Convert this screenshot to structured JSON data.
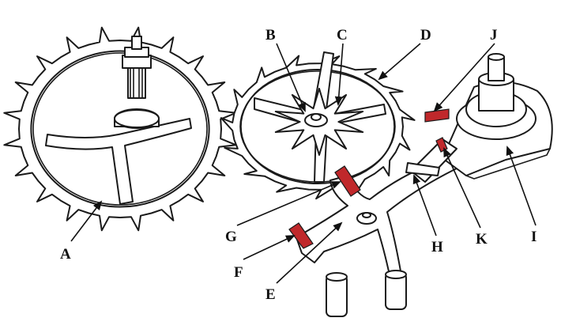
{
  "diagram": {
    "labels": {
      "A": "A",
      "B": "B",
      "C": "C",
      "D": "D",
      "E": "E",
      "F": "F",
      "G": "G",
      "H": "H",
      "I": "I",
      "J": "J",
      "K": "K"
    },
    "colors": {
      "jewel": "#c0282b",
      "outline": "#1a1a1a",
      "background": "#ffffff"
    }
  }
}
